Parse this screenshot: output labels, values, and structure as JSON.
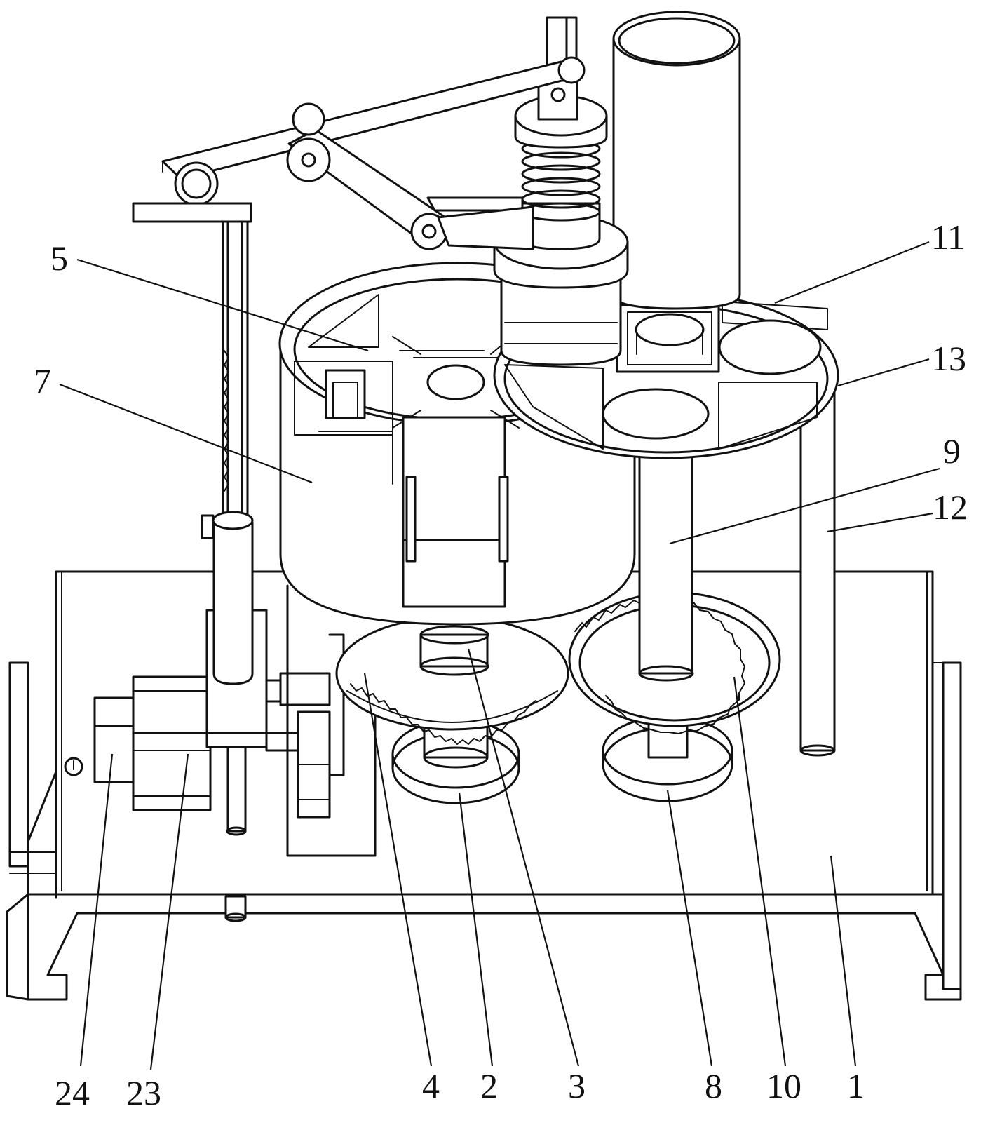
{
  "callouts": [
    {
      "id": "c5",
      "text": "5"
    },
    {
      "id": "c7",
      "text": "7"
    },
    {
      "id": "c11",
      "text": "11"
    },
    {
      "id": "c13",
      "text": "13"
    },
    {
      "id": "c9",
      "text": "9"
    },
    {
      "id": "c12",
      "text": "12"
    },
    {
      "id": "c24",
      "text": "24"
    },
    {
      "id": "c23",
      "text": "23"
    },
    {
      "id": "c4",
      "text": "4"
    },
    {
      "id": "c2",
      "text": "2"
    },
    {
      "id": "c3",
      "text": "3"
    },
    {
      "id": "c8",
      "text": "8"
    },
    {
      "id": "c10",
      "text": "10"
    },
    {
      "id": "c1",
      "text": "1"
    }
  ]
}
